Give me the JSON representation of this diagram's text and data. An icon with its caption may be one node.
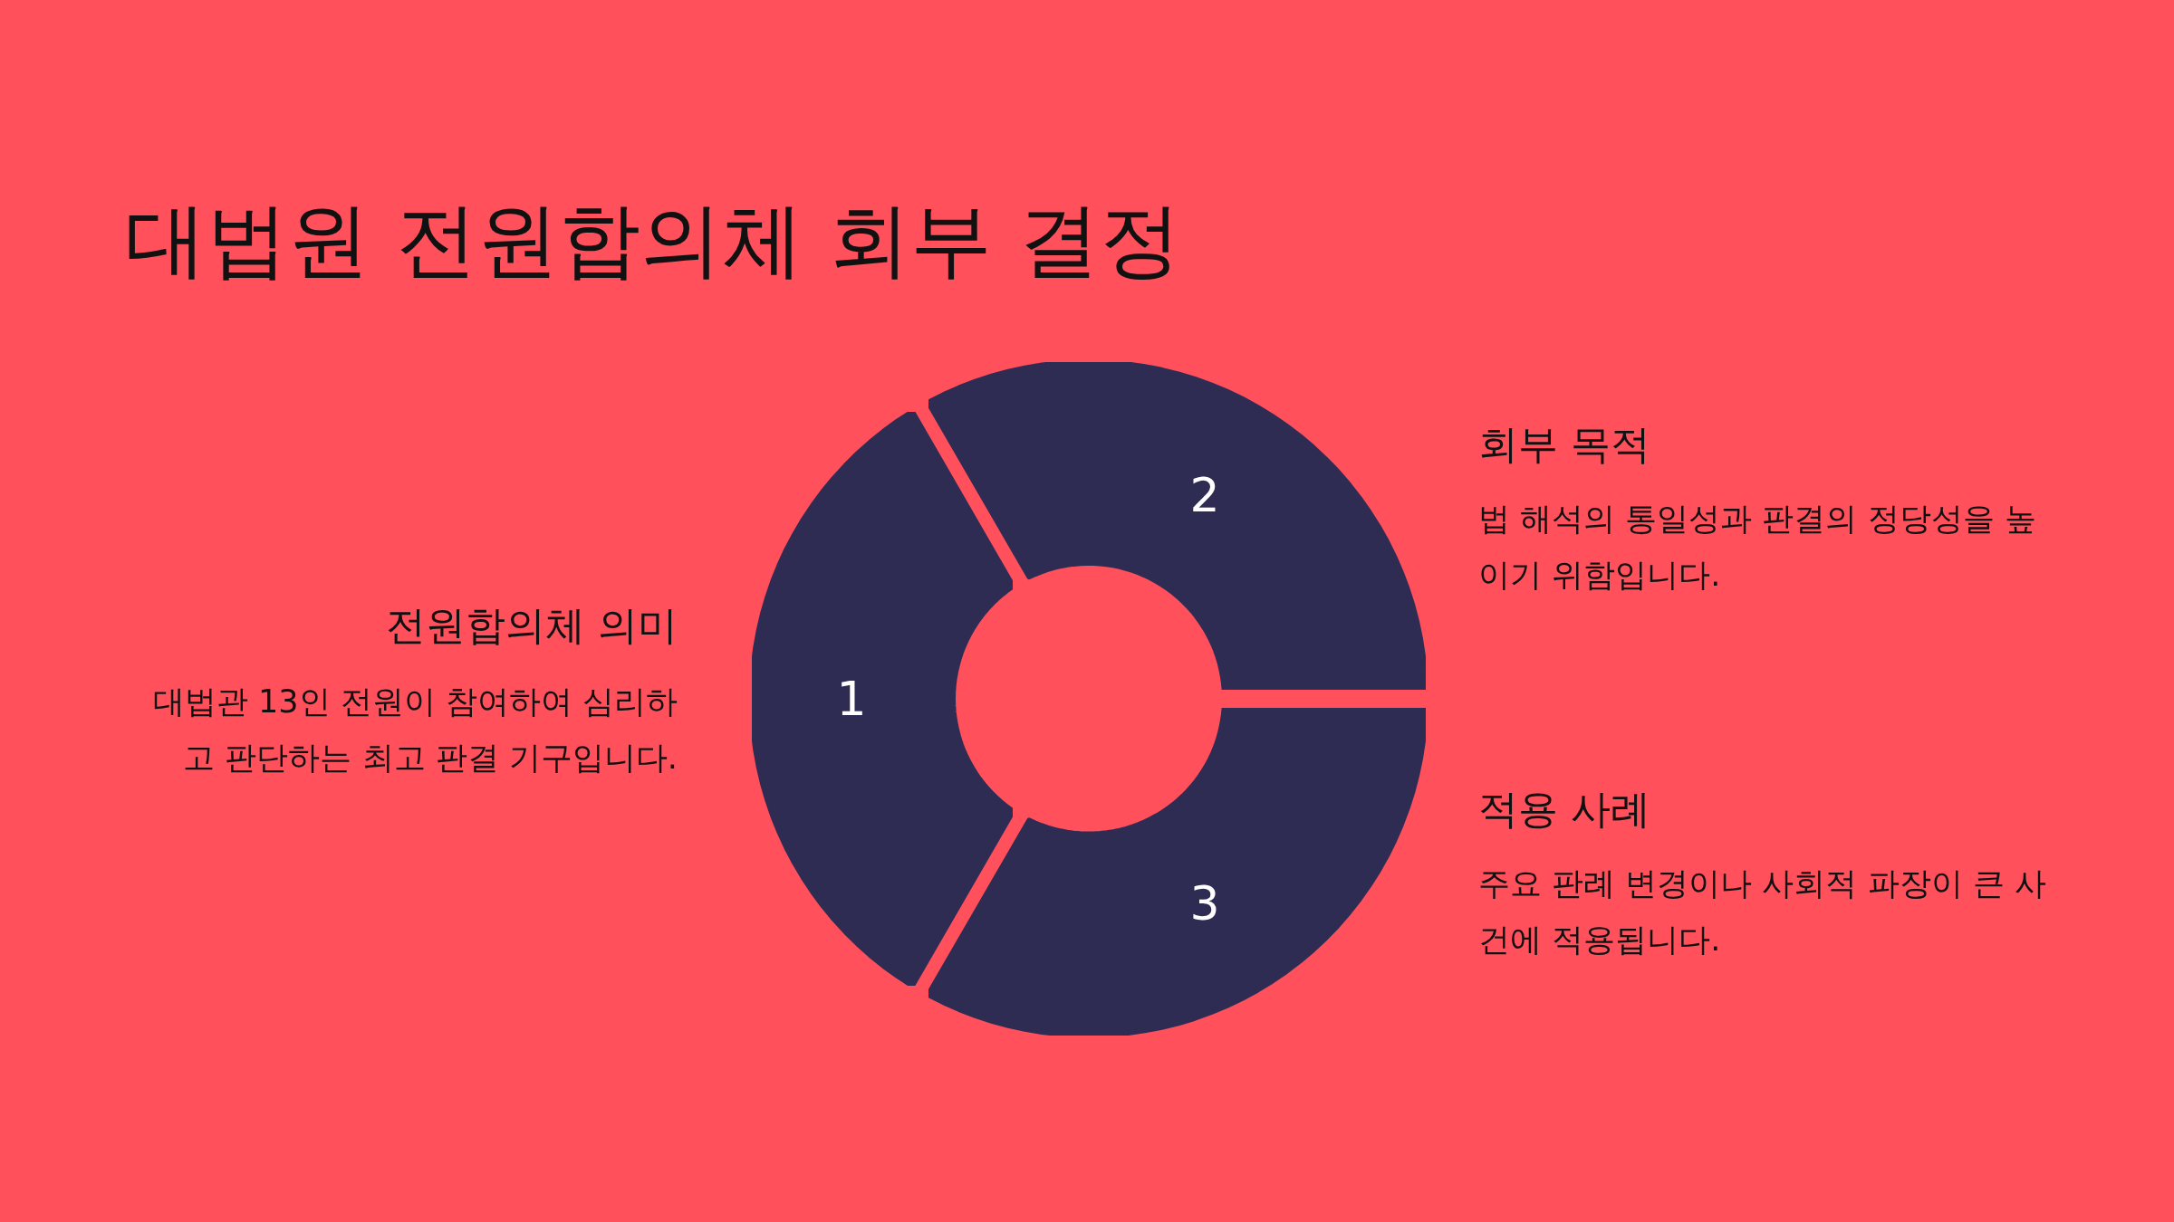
{
  "diagram": {
    "title": "대법원 전원합의체 회부 결정",
    "nodes": [
      {
        "text": [
          "1"
        ]
      },
      {
        "text": [
          "2"
        ]
      },
      {
        "text": [
          "3"
        ]
      }
    ],
    "labels": [
      "회부 목적",
      "법 해석의 통일성과 판결의 정당성을 높이기 위함입니다.",
      "전원합의체 의미",
      "대법관 13인 전원이 참여하여 심리하고 판단하는 최고 판결 기구입니다.",
      "적용 사례",
      "주요 판례 변경이나 사회적 파장이 큰 사건에 적용됩니다."
    ]
  }
}
